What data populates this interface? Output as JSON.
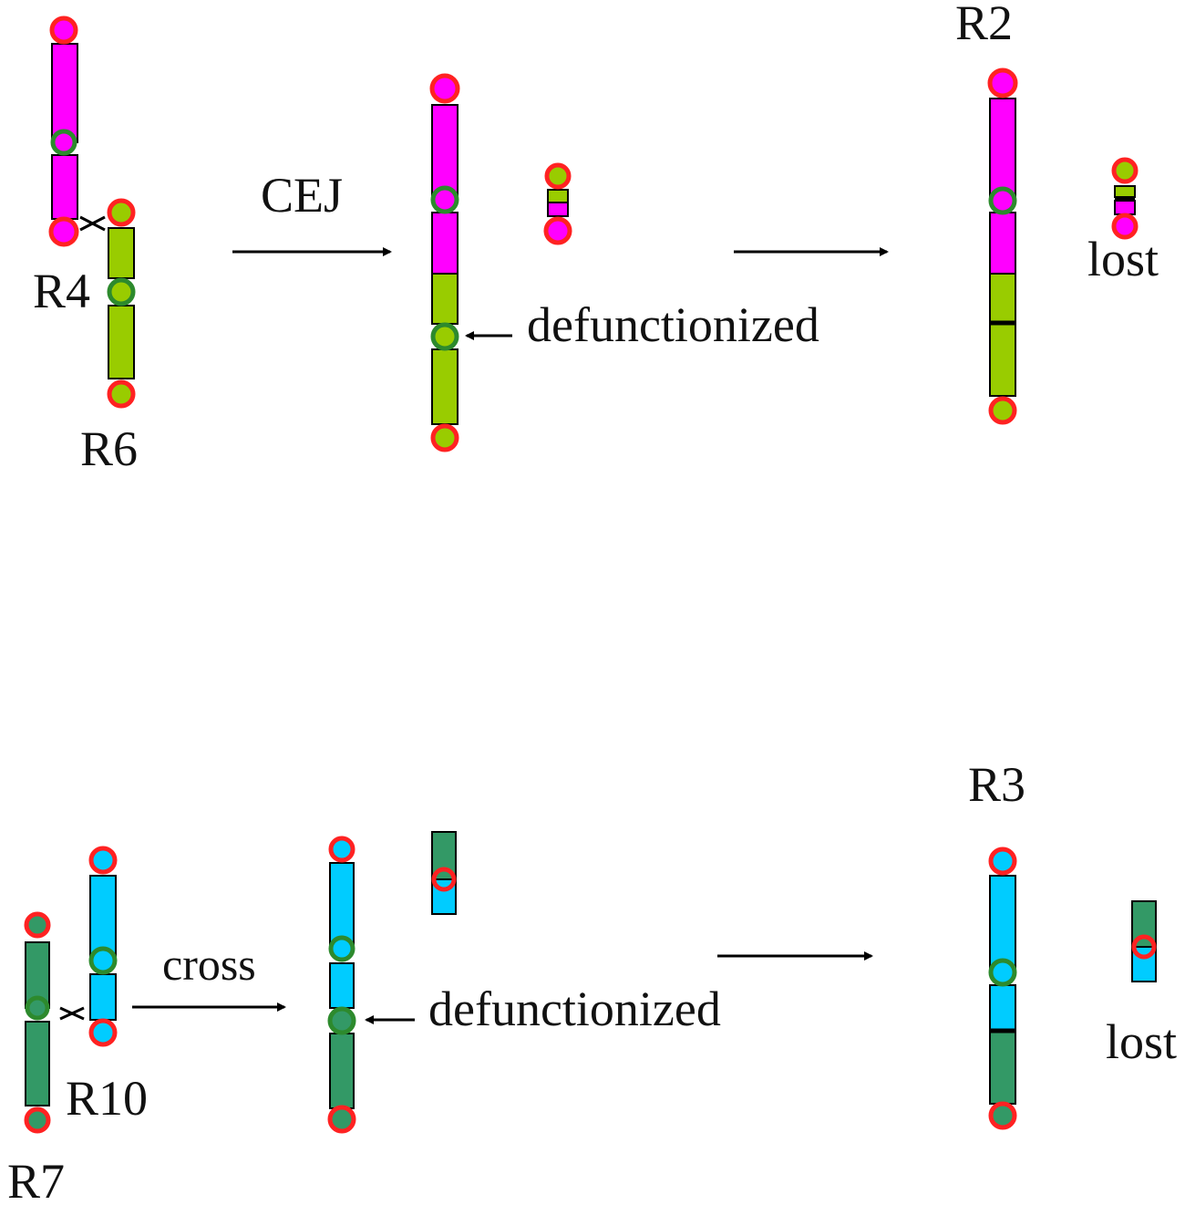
{
  "colors": {
    "magenta": "#ff00ff",
    "yellow_green": "#99cc00",
    "cyan": "#00ccff",
    "dark_green": "#339966",
    "telomere_ring": "#ff2222",
    "centromere_ring": "#2d8a2d",
    "outline": "#000000"
  },
  "top_panel": {
    "label_r4": "R4",
    "label_r6": "R6",
    "label_cej": "CEJ",
    "label_defunctionized": "defunctionized",
    "label_r2": "R2",
    "label_lost": "lost"
  },
  "bottom_panel": {
    "label_r7": "R7",
    "label_r10": "R10",
    "label_cross": "cross",
    "label_defunctionized": "defunctionized",
    "label_r3": "R3",
    "label_lost": "lost"
  },
  "icons": [
    "scissors-icon",
    "arrow-right-icon",
    "arrow-left-icon"
  ]
}
